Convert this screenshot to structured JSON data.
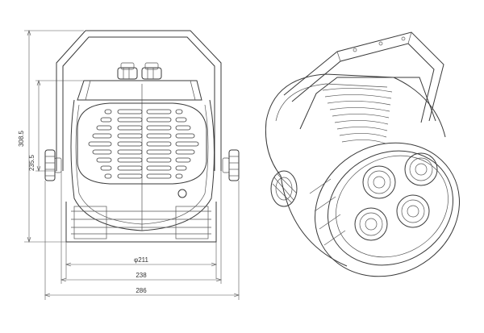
{
  "dimensions": {
    "height_total": "308.5",
    "height_axis": "235.5",
    "lens_diameter": "φ211",
    "body_width": "238",
    "overall_width": "286"
  },
  "colors": {
    "line": "#3a3a3a",
    "background": "#ffffff"
  }
}
